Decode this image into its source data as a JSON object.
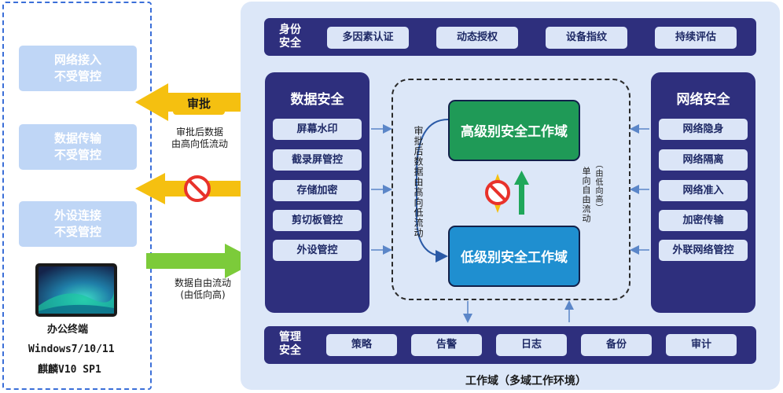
{
  "left": {
    "boxes": [
      "网络接入\n不受管控",
      "数据传输\n不受管控",
      "外设连接\n不受管控"
    ],
    "terminal_caption": "办公终端",
    "os_line1": "Windows7/10/11",
    "os_line2": "麒麟V10 SP1"
  },
  "flows": {
    "approve_label": "审批",
    "approve_desc": "审批后数据\n由高向低流动",
    "free_desc": "数据自由流动\n(由低向高)"
  },
  "identity": {
    "label": "身份\n安全",
    "items": [
      "多因素认证",
      "动态授权",
      "设备指纹",
      "持续评估"
    ]
  },
  "data_security": {
    "title": "数据安全",
    "items": [
      "屏幕水印",
      "截录屏管控",
      "存储加密",
      "剪切板管控",
      "外设管控"
    ]
  },
  "network_security": {
    "title": "网络安全",
    "items": [
      "网络隐身",
      "网络隔离",
      "网络准入",
      "加密传输",
      "外联网络管控"
    ]
  },
  "center": {
    "high_domain": "高级别安全工作域",
    "low_domain": "低级别安全工作域",
    "approve_vertical": "审批后数据由高向低流动",
    "oneway_vertical": "单向自由流动",
    "oneway_paren": "（由低向高）"
  },
  "management": {
    "label": "管理\n安全",
    "items": [
      "策略",
      "告警",
      "日志",
      "备份",
      "审计"
    ]
  },
  "work_domain_caption": "工作域（多域工作环境）",
  "colors": {
    "panel_dark": "#2e2f7d",
    "chip_light": "#dbe5f7",
    "high_domain": "#1f9a57",
    "low_domain": "#1f8fd0",
    "approve_arrow": "#f5c010",
    "free_arrow": "#7ccb3a",
    "prohibit_red": "#e8322b",
    "left_box": "#bfd6f6"
  }
}
